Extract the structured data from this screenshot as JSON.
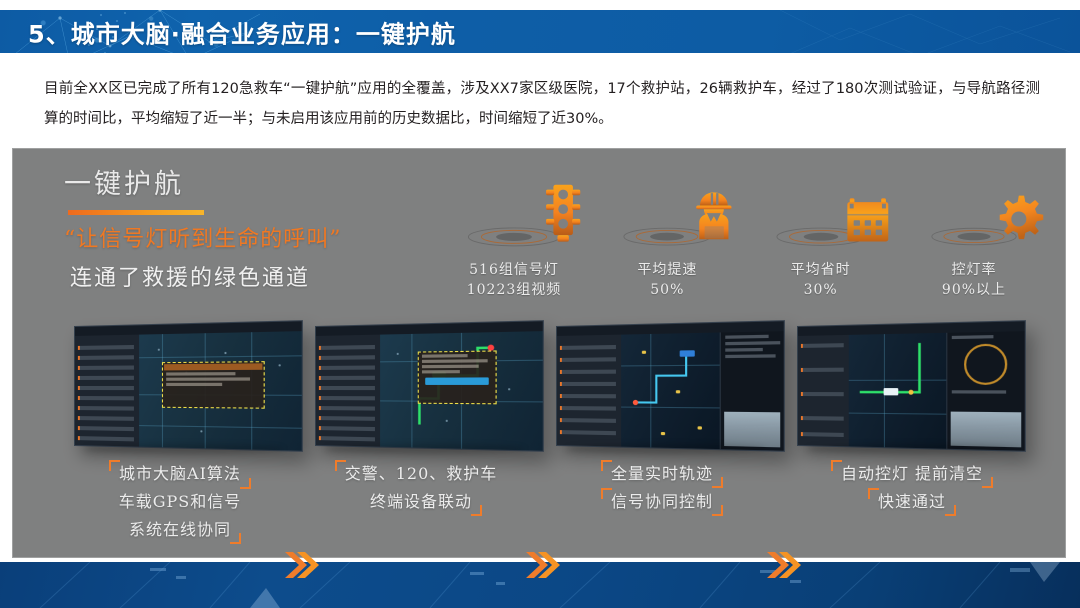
{
  "header": {
    "title": "5、城市大脑·融合业务应用：一键护航"
  },
  "intro": {
    "text": "目前全XX区已完成了所有120急救车“一键护航”应用的全覆盖，涉及XX7家区级医院，17个救护站，26辆救护车，经过了180次测试验证，与导航路径测算的时间比，平均缩短了近一半；与未启用该应用前的历史数据比，时间缩短了近30%。"
  },
  "hero": {
    "title": "一键护航",
    "quote": "“让信号灯听到生命的呼叫”",
    "subtitle": "连通了救援的绿色通道"
  },
  "stats": [
    {
      "icon": "traffic-light-icon",
      "line1": "516组信号灯",
      "line2": "10223组视频"
    },
    {
      "icon": "worker-icon",
      "line1": "平均提速",
      "line2": "50%"
    },
    {
      "icon": "calendar-icon",
      "line1": "平均省时",
      "line2": "30%"
    },
    {
      "icon": "gear-icon",
      "line1": "控灯率",
      "line2": "90%以上"
    }
  ],
  "captions": [
    {
      "line1": "城市大脑AI算法",
      "line2": "车载GPS和信号",
      "line3": "系统在线协同"
    },
    {
      "line1": "交警、120、救护车",
      "line2": "终端设备联动",
      "line3": ""
    },
    {
      "line1": "全量实时轨迹",
      "line2": "信号协同控制",
      "line3": ""
    },
    {
      "line1": "自动控灯  提前清空",
      "line2": "快速通过",
      "line3": ""
    }
  ],
  "colors": {
    "accent_orange": "#ef7c2b",
    "header_blue": "#0e5ea7",
    "panel_gray": "#7f8080",
    "text_light": "#ececec"
  }
}
